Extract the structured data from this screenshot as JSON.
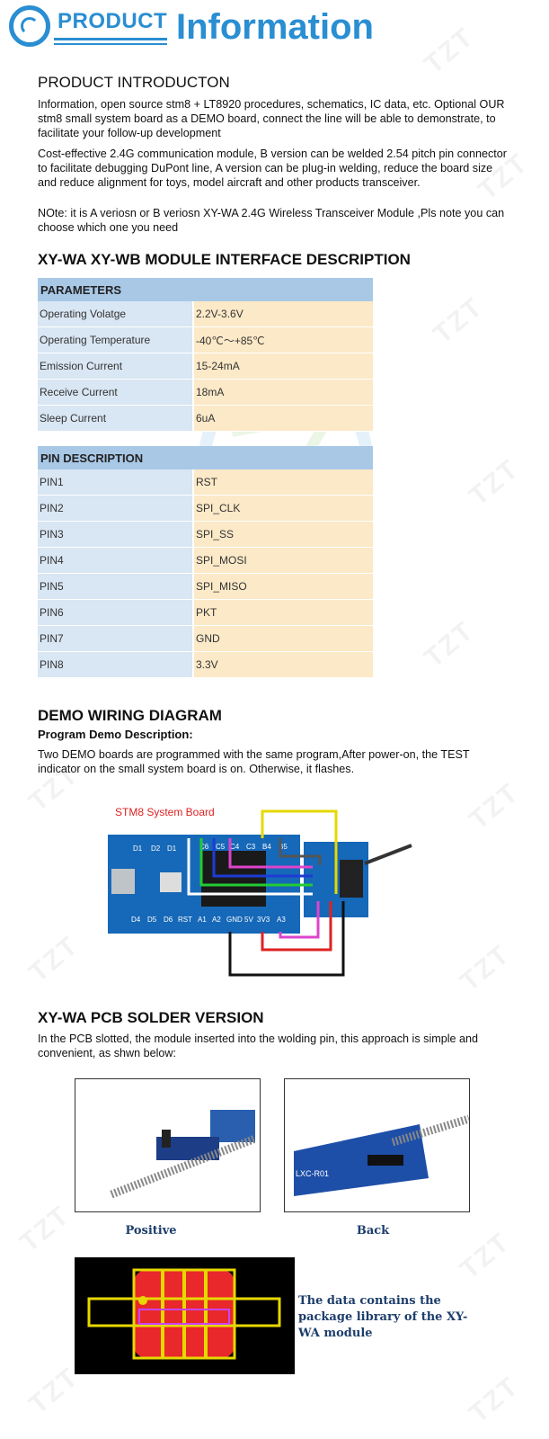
{
  "header": {
    "product_label": "PRODUCT",
    "title": "Information"
  },
  "intro": {
    "heading": "PRODUCT INTRODUCTON",
    "paragraphs": [
      "Information, open source stm8 + LT8920 procedures, schematics, IC data, etc. Optional OUR stm8 small system board as a DEMO board, connect the line will be able to demonstrate, to facilitate your follow-up development",
      "Cost-effective 2.4G communication module, B version can be welded 2.54 pitch pin connector to facilitate debugging DuPont line, A version can be plug-in welding, reduce the board size and reduce alignment for toys, model aircraft and other products transceiver.",
      "NOte: it is A veriosn or B veriosn  XY-WA 2.4G Wireless Transceiver Module ,Pls note you can choose which one you need"
    ]
  },
  "interface": {
    "heading": "XY-WA XY-WB MODULE INTERFACE DESCRIPTION",
    "parameters": {
      "header": "PARAMETERS",
      "rows": [
        {
          "k": "Operating Volatge",
          "v": "2.2V-3.6V"
        },
        {
          "k": "Operating Temperature",
          "v": "-40℃～+85℃"
        },
        {
          "k": "Emission Current",
          "v": "15-24mA"
        },
        {
          "k": "Receive Current",
          "v": "18mA"
        },
        {
          "k": "Sleep Current",
          "v": "6uA"
        }
      ]
    },
    "pins": {
      "header": "PIN DESCRIPTION",
      "rows": [
        {
          "k": "PIN1",
          "v": "RST"
        },
        {
          "k": "PIN2",
          "v": "SPI_CLK"
        },
        {
          "k": "PIN3",
          "v": "SPI_SS"
        },
        {
          "k": "PIN4",
          "v": "SPI_MOSI"
        },
        {
          "k": "PIN5",
          "v": "SPI_MISO"
        },
        {
          "k": "PIN6",
          "v": "PKT"
        },
        {
          "k": "PIN7",
          "v": "GND"
        },
        {
          "k": "PIN8",
          "v": "3.3V"
        }
      ]
    }
  },
  "demo": {
    "heading": "DEMO WIRING DIAGRAM",
    "subheading": "Program Demo Description:",
    "text": "Two DEMO boards are programmed with the same program,After power-on, the TEST indicator on the small system board is on. Otherwise, it flashes.",
    "board_label": "STM8 System Board",
    "top_pins": [
      "D1",
      "D2",
      "D1",
      "C6",
      "C5",
      "C4",
      "C3",
      "B4",
      "B5"
    ],
    "bottom_pins": [
      "D4",
      "D5",
      "D6",
      "RST",
      "A1",
      "A2",
      "GND",
      "5V",
      "3V3",
      "A3"
    ]
  },
  "solder": {
    "heading": "XY-WA PCB SOLDER VERSION",
    "text": "In the PCB slotted, the module inserted into the wolding pin, this approach is simple and convenient, as shwn below:",
    "positive": "Positive",
    "back": "Back",
    "module_label": "LXC-R01",
    "note": "The data contains the package library of the XY-WA module"
  },
  "watermark": "TZT",
  "colors": {
    "brand_blue": "#2a8ed2",
    "table_header": "#a9c8e6",
    "table_key": "#d9e6f3",
    "table_value": "#fbe9c7"
  }
}
